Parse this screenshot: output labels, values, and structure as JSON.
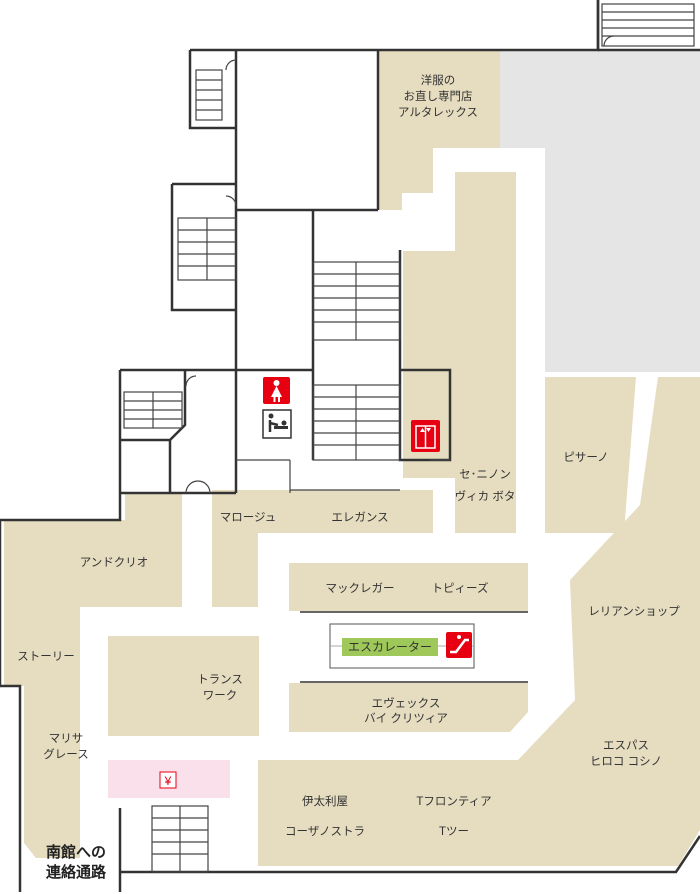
{
  "colors": {
    "shop_fill": "#e6dcc0",
    "closed_area": "#e5e5e5",
    "escalator_label_bg": "#9fc85a",
    "icon_red": "#e60012",
    "atm_pink": "#f9e0ea",
    "wall": "#333333"
  },
  "shops": {
    "alterations": [
      "洋服の",
      "お直し専門店",
      "アルタレックス"
    ],
    "ce_ninon": "セ･ニノン",
    "vica_bota": "ヴィカ ボタ",
    "pisano": "ピサーノ",
    "maroju": "マロージュ",
    "elegance": "エレガンス",
    "andcrio": "アンドクリオ",
    "macgregor": "マックレガー",
    "tpiz": "トピィーズ",
    "story": "ストーリー",
    "trans_work": [
      "トランス",
      "ワーク"
    ],
    "reliance": "レリアンショップ",
    "evex": [
      "エヴェックス",
      "バイ クリツィア"
    ],
    "marisa": [
      "マリサ",
      "グレース"
    ],
    "espace": [
      "エスパス",
      "ヒロコ コシノ"
    ],
    "itariya": "伊太利屋",
    "t_frontier": "Tフロンティア",
    "cosa_nostra": "コーザノストラ",
    "t_two": "Tツー"
  },
  "facilities": {
    "escalator_label": "エスカレーター",
    "atm_symbol": "¥",
    "south_link": [
      "南館への",
      "連絡通路"
    ]
  },
  "icons": {
    "restroom": "female-restroom-icon",
    "baby": "baby-changing-icon",
    "elevator": "elevator-icon",
    "escalator": "escalator-icon",
    "atm": "yen-atm-icon"
  }
}
